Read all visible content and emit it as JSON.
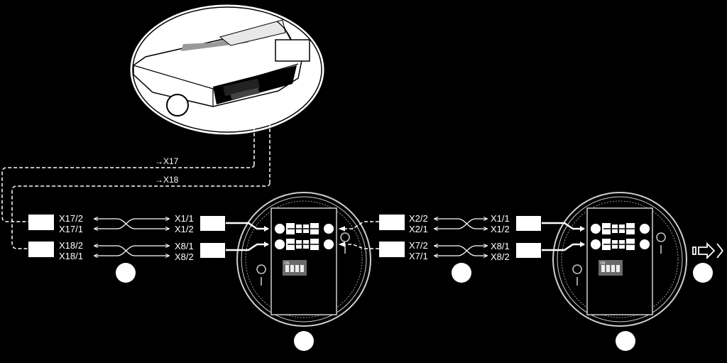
{
  "controller_labels": {
    "route_x17": "→X17",
    "route_x18": "→X18"
  },
  "left_terminals": {
    "a_top": "X17/2",
    "a_bottom": "X17/1",
    "b_top": "X18/2",
    "b_bottom": "X18/1"
  },
  "device1_terminals": {
    "a_top": "X1/1",
    "a_bottom": "X1/2",
    "b_top": "X8/1",
    "b_bottom": "X8/2"
  },
  "middle_terminals": {
    "a_top": "X2/2",
    "a_bottom": "X2/1",
    "b_top": "X7/2",
    "b_bottom": "X7/1"
  },
  "device2_terminals": {
    "a_top": "X1/1",
    "a_bottom": "X1/2",
    "b_top": "X8/1",
    "b_bottom": "X8/2"
  },
  "dip_switch_label": "ON",
  "colors": {
    "background": "#000000",
    "line": "#ffffff",
    "device": "#cfcfcf"
  }
}
